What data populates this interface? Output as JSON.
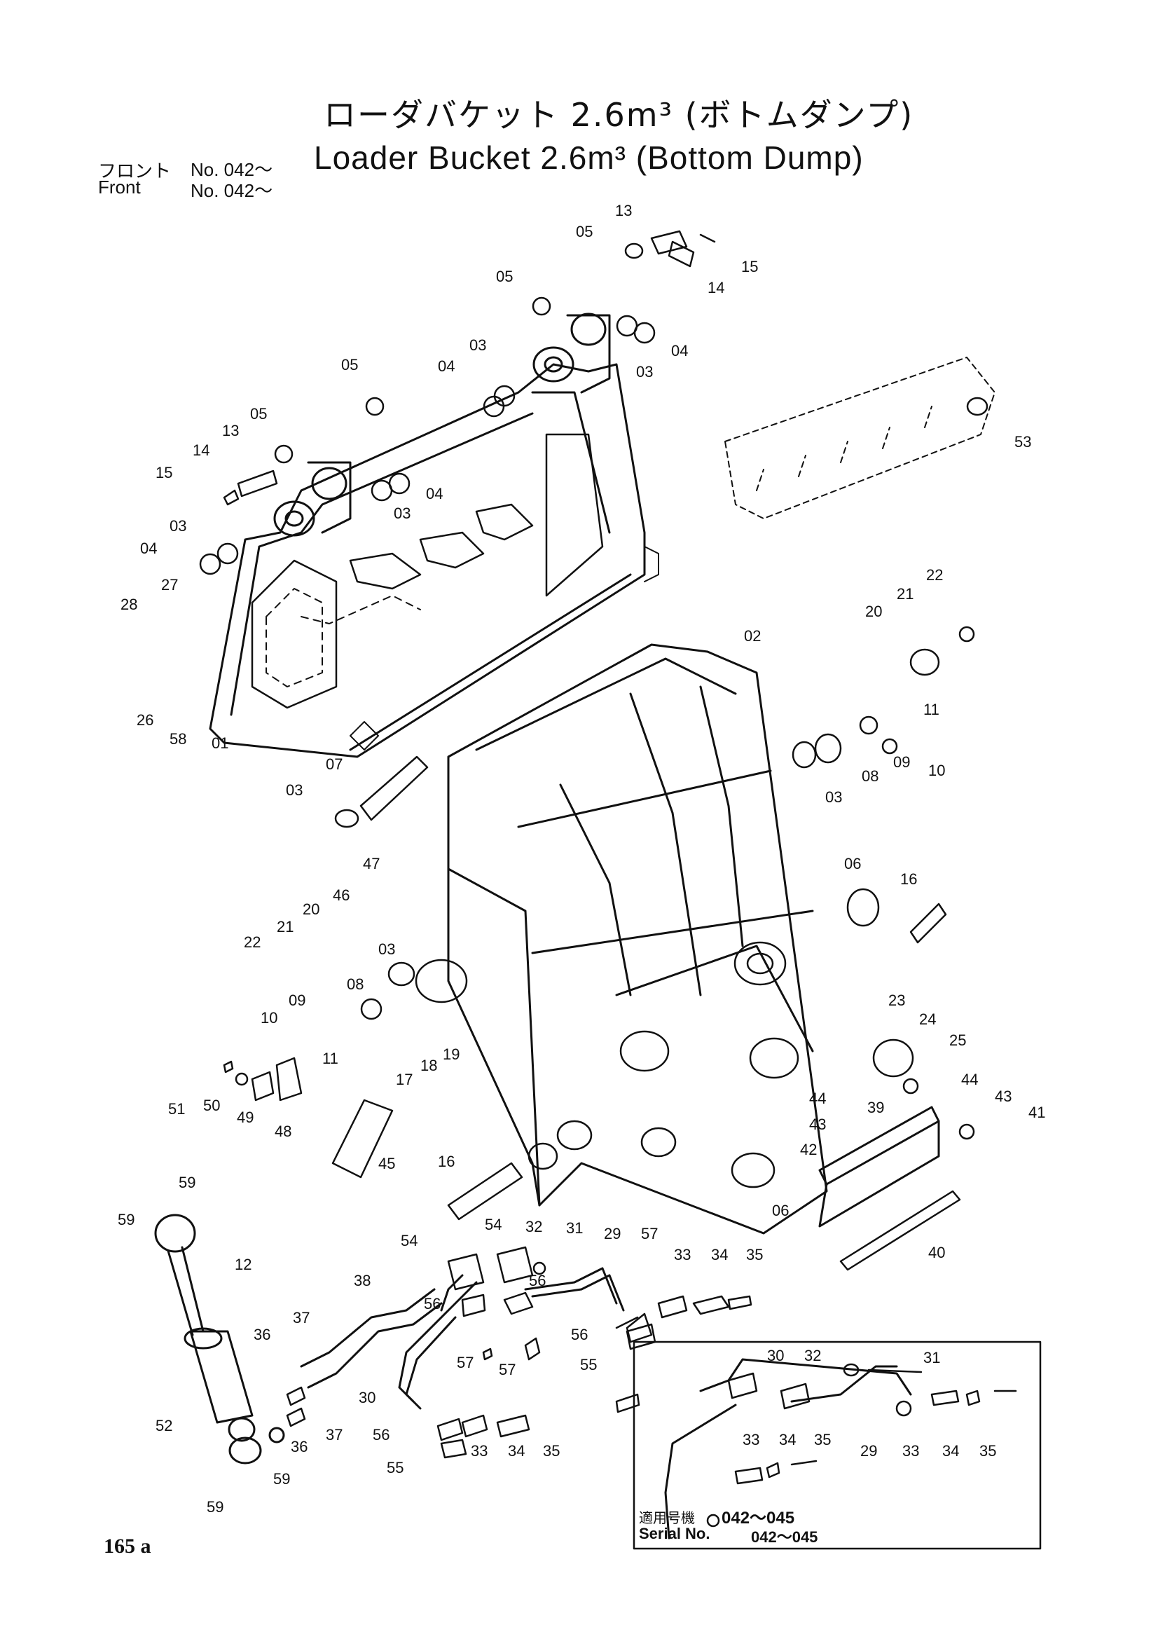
{
  "header": {
    "title_jp": "ローダバケット 2.6m³ (ボトムダンプ)",
    "title_en": "Loader Bucket 2.6m³ (Bottom Dump)",
    "front_jp": "フロント",
    "front_jp_no": "No. 042～",
    "front_en": "Front",
    "front_en_no": "No. 042～"
  },
  "inset": {
    "label_jp": "適用号機",
    "range_jp": "042～045",
    "label_en": "Serial No.",
    "range_en": "042～045"
  },
  "page_number": "165 a",
  "callouts": [
    {
      "id": "c13a",
      "text": "13"
    },
    {
      "id": "c05a",
      "text": "05"
    },
    {
      "id": "c15a",
      "text": "15"
    },
    {
      "id": "c14a",
      "text": "14"
    },
    {
      "id": "c05b",
      "text": "05"
    },
    {
      "id": "c03a",
      "text": "03"
    },
    {
      "id": "c04a",
      "text": "04"
    },
    {
      "id": "c04b",
      "text": "04"
    },
    {
      "id": "c03b",
      "text": "03"
    },
    {
      "id": "c05c",
      "text": "05"
    },
    {
      "id": "c05d",
      "text": "05"
    },
    {
      "id": "c13b",
      "text": "13"
    },
    {
      "id": "c14b",
      "text": "14"
    },
    {
      "id": "c15b",
      "text": "15"
    },
    {
      "id": "c04c",
      "text": "04"
    },
    {
      "id": "c03c",
      "text": "03"
    },
    {
      "id": "c03d",
      "text": "03"
    },
    {
      "id": "c04d",
      "text": "04"
    },
    {
      "id": "c53",
      "text": "53"
    },
    {
      "id": "c22a",
      "text": "22"
    },
    {
      "id": "c21a",
      "text": "21"
    },
    {
      "id": "c20a",
      "text": "20"
    },
    {
      "id": "c02",
      "text": "02"
    },
    {
      "id": "c28",
      "text": "28"
    },
    {
      "id": "c27",
      "text": "27"
    },
    {
      "id": "c26",
      "text": "26"
    },
    {
      "id": "c58",
      "text": "58"
    },
    {
      "id": "c01",
      "text": "01"
    },
    {
      "id": "c11a",
      "text": "11"
    },
    {
      "id": "c10a",
      "text": "10"
    },
    {
      "id": "c09a",
      "text": "09"
    },
    {
      "id": "c08a",
      "text": "08"
    },
    {
      "id": "c03e",
      "text": "03"
    },
    {
      "id": "c07",
      "text": "07"
    },
    {
      "id": "c03f",
      "text": "03"
    },
    {
      "id": "c06a",
      "text": "06"
    },
    {
      "id": "c16a",
      "text": "16"
    },
    {
      "id": "c47",
      "text": "47"
    },
    {
      "id": "c46",
      "text": "46"
    },
    {
      "id": "c20b",
      "text": "20"
    },
    {
      "id": "c21b",
      "text": "21"
    },
    {
      "id": "c22b",
      "text": "22"
    },
    {
      "id": "c03g",
      "text": "03"
    },
    {
      "id": "c08b",
      "text": "08"
    },
    {
      "id": "c09b",
      "text": "09"
    },
    {
      "id": "c10b",
      "text": "10"
    },
    {
      "id": "c11b",
      "text": "11"
    },
    {
      "id": "c23",
      "text": "23"
    },
    {
      "id": "c24",
      "text": "24"
    },
    {
      "id": "c25",
      "text": "25"
    },
    {
      "id": "c51",
      "text": "51"
    },
    {
      "id": "c50",
      "text": "50"
    },
    {
      "id": "c49",
      "text": "49"
    },
    {
      "id": "c48",
      "text": "48"
    },
    {
      "id": "c19",
      "text": "19"
    },
    {
      "id": "c18",
      "text": "18"
    },
    {
      "id": "c17",
      "text": "17"
    },
    {
      "id": "c44a",
      "text": "44"
    },
    {
      "id": "c43a",
      "text": "43"
    },
    {
      "id": "c42",
      "text": "42"
    },
    {
      "id": "c39",
      "text": "39"
    },
    {
      "id": "c44b",
      "text": "44"
    },
    {
      "id": "c43b",
      "text": "43"
    },
    {
      "id": "c41",
      "text": "41"
    },
    {
      "id": "c45",
      "text": "45"
    },
    {
      "id": "c16b",
      "text": "16"
    },
    {
      "id": "c06b",
      "text": "06"
    },
    {
      "id": "c40",
      "text": "40"
    },
    {
      "id": "c59a",
      "text": "59"
    },
    {
      "id": "c59b",
      "text": "59"
    },
    {
      "id": "c12",
      "text": "12"
    },
    {
      "id": "c54a",
      "text": "54"
    },
    {
      "id": "c54b",
      "text": "54"
    },
    {
      "id": "c32a",
      "text": "32"
    },
    {
      "id": "c31a",
      "text": "31"
    },
    {
      "id": "c29a",
      "text": "29"
    },
    {
      "id": "c57a",
      "text": "57"
    },
    {
      "id": "c33a",
      "text": "33"
    },
    {
      "id": "c34a",
      "text": "34"
    },
    {
      "id": "c35a",
      "text": "35"
    },
    {
      "id": "c38",
      "text": "38"
    },
    {
      "id": "c56a",
      "text": "56"
    },
    {
      "id": "c56b",
      "text": "56"
    },
    {
      "id": "c56c",
      "text": "56"
    },
    {
      "id": "c36a",
      "text": "36"
    },
    {
      "id": "c37a",
      "text": "37"
    },
    {
      "id": "c57b",
      "text": "57"
    },
    {
      "id": "c57c",
      "text": "57"
    },
    {
      "id": "c55a",
      "text": "55"
    },
    {
      "id": "c30a",
      "text": "30"
    },
    {
      "id": "c52",
      "text": "52"
    },
    {
      "id": "c36b",
      "text": "36"
    },
    {
      "id": "c37b",
      "text": "37"
    },
    {
      "id": "c56d",
      "text": "56"
    },
    {
      "id": "c33b",
      "text": "33"
    },
    {
      "id": "c34b",
      "text": "34"
    },
    {
      "id": "c35b",
      "text": "35"
    },
    {
      "id": "c55b",
      "text": "55"
    },
    {
      "id": "c59c",
      "text": "59"
    },
    {
      "id": "c59d",
      "text": "59"
    },
    {
      "id": "c30b",
      "text": "30"
    },
    {
      "id": "c32b",
      "text": "32"
    },
    {
      "id": "c31b",
      "text": "31"
    },
    {
      "id": "c33c",
      "text": "33"
    },
    {
      "id": "c34c",
      "text": "34"
    },
    {
      "id": "c35c",
      "text": "35"
    },
    {
      "id": "c29b",
      "text": "29"
    },
    {
      "id": "c33d",
      "text": "33"
    },
    {
      "id": "c34d",
      "text": "34"
    },
    {
      "id": "c35d",
      "text": "35"
    }
  ]
}
